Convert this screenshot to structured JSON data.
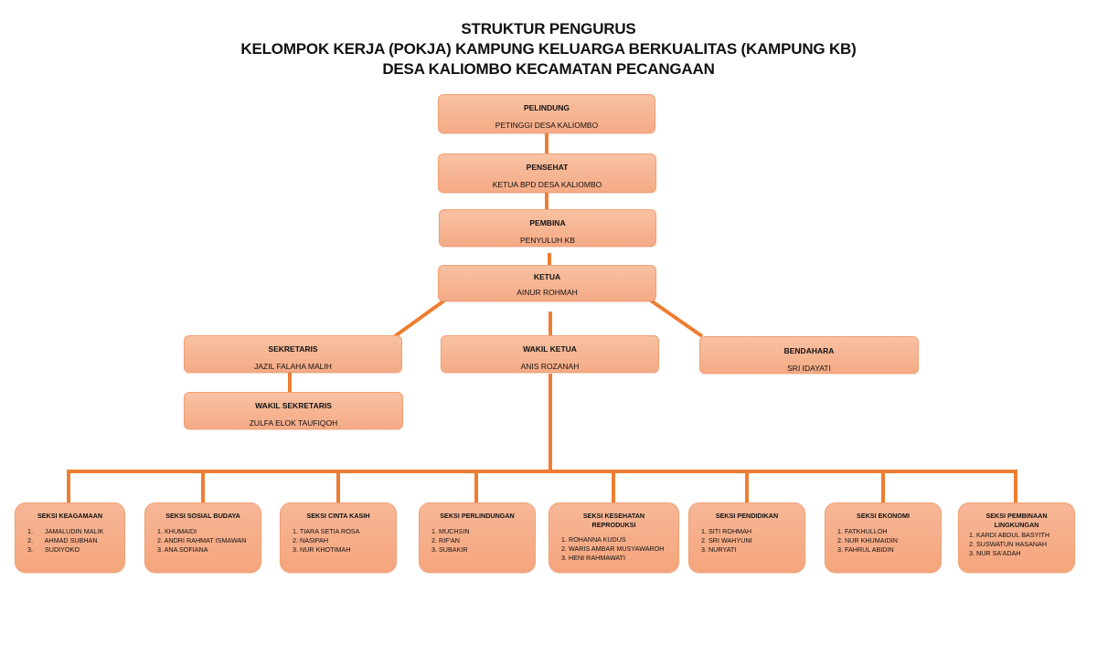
{
  "title": {
    "line1": "STRUKTUR PENGURUS",
    "line2": "KELOMPOK KERJA (POKJA) KAMPUNG KELUARGA BERKUALITAS (KAMPUNG KB)",
    "line3": "DESA KALIOMBO KECAMATAN PECANGAAN"
  },
  "colors": {
    "connector": "#ee7d31",
    "box_top": "#f8c1a2",
    "box_bottom": "#f5ab86",
    "box_border": "#f0a074"
  },
  "positions": {
    "pelindung": {
      "role": "PELINDUNG",
      "name": "PETINGGI DESA KALIOMBO"
    },
    "pensehat": {
      "role": "PENSEHAT",
      "name": "KETUA BPD DESA KALIOMBO"
    },
    "pembina": {
      "role": "PEMBINA",
      "name": "PENYULUH KB"
    },
    "ketua": {
      "role": "KETUA",
      "name": "AINUR ROHMAH"
    },
    "sekretaris": {
      "role": "SEKRETARIS",
      "name": "JAZIL FALAHA MALIH"
    },
    "wakil_ketua": {
      "role": "WAKIL KETUA",
      "name": "ANIS ROZANAH"
    },
    "bendahara": {
      "role": "BENDAHARA",
      "name": "SRI IDAYATI"
    },
    "wakil_sekretaris": {
      "role": "WAKIL SEKRETARIS",
      "name": "ZULFA ELOK TAUFIQOH"
    }
  },
  "sections": [
    {
      "title": "SEKSI KEAGAMAAN",
      "members": [
        {
          "num": "1.",
          "name": "JAMALUDIN MALIK"
        },
        {
          "num": "2.",
          "name": "AHMAD SUBHAN"
        },
        {
          "num": "3.",
          "name": "SUDIYOKO"
        }
      ]
    },
    {
      "title": "SEKSI SOSIAL BUDAYA",
      "members": [
        {
          "num": "1.",
          "name": "KHUMAIDI"
        },
        {
          "num": "2.",
          "name": "ANDRI RAHMAT ISMAWAN"
        },
        {
          "num": "3.",
          "name": "ANA SOFIANA"
        }
      ]
    },
    {
      "title": "SEKSI CINTA KASIH",
      "members": [
        {
          "num": "1.",
          "name": "TIARA SETIA ROSA"
        },
        {
          "num": "2.",
          "name": "NASIPAH"
        },
        {
          "num": "3.",
          "name": "NUR KHOTIMAH"
        }
      ]
    },
    {
      "title": "SEKSI PERLINDUNGAN",
      "members": [
        {
          "num": "1.",
          "name": "MUCHSIN"
        },
        {
          "num": "2.",
          "name": "RIF'AN"
        },
        {
          "num": "3.",
          "name": "SUBAKIR"
        }
      ]
    },
    {
      "title": "SEKSI KESEHATAN REPRODUKSI",
      "members": [
        {
          "num": "1.",
          "name": "ROHANNA KUDUS"
        },
        {
          "num": "2.",
          "name": "WARIS AMBAR MUSYAWAROH"
        },
        {
          "num": "3.",
          "name": "HENI RAHMAWATI"
        }
      ]
    },
    {
      "title": "SEKSI PENDIDIKAN",
      "members": [
        {
          "num": "1.",
          "name": "SITI ROHMAH"
        },
        {
          "num": "2.",
          "name": "SRI WAHYUNI"
        },
        {
          "num": "3.",
          "name": "NURYATI"
        }
      ]
    },
    {
      "title": "SEKSI EKONOMI",
      "members": [
        {
          "num": "1.",
          "name": "FATKHULLOH"
        },
        {
          "num": "2.",
          "name": "NUR KHUMAIDIN"
        },
        {
          "num": "3.",
          "name": "FAHRUL ABIDIN"
        }
      ]
    },
    {
      "title": "SEKSI PEMBINAAN LINGKUNGAN",
      "members": [
        {
          "num": "1.",
          "name": "KARDI ABDUL BASYITH"
        },
        {
          "num": "2.",
          "name": "SUSWATUN HASANAH"
        },
        {
          "num": "3.",
          "name": "NUR SA'ADAH"
        }
      ]
    }
  ]
}
